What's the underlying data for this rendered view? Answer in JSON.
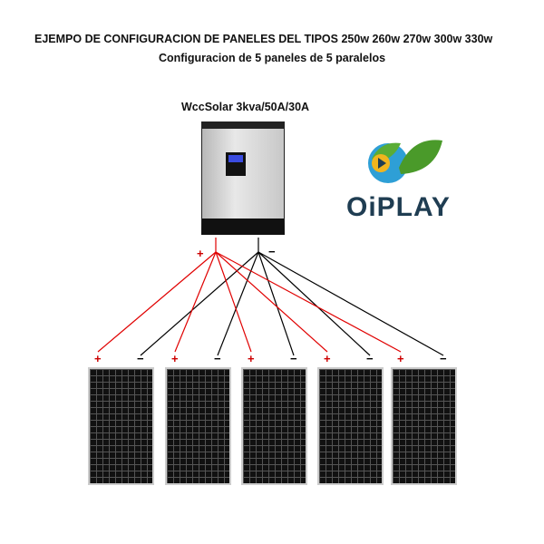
{
  "title": "EJEMPO DE CONFIGURACION DE PANELES DEL TIPOS 250w 260w 270w 300w 330w",
  "subtitle": "Configuracion de 5 paneles de 5 paralelos",
  "inverter_label": "WccSolar 3kva/50A/30A",
  "logo_text": "OiPLAY",
  "plus_symbol": "+",
  "minus_symbol": "−",
  "panel_count": 5,
  "colors": {
    "positive": "#e00000",
    "negative": "#000000"
  }
}
